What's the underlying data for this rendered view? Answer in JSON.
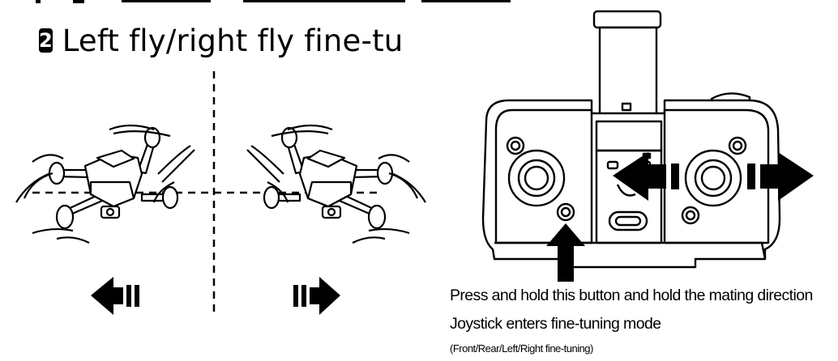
{
  "section": {
    "number": "2",
    "title": "Left fly/right fly fine-tu"
  },
  "icons": {
    "badge": "number-2-badge",
    "left_arrow": "arrow-left-icon",
    "right_arrow": "arrow-right-icon",
    "pointer_arrow": "arrow-up-icon"
  },
  "instructions": {
    "line1": "Press and hold this button and hold the mating direction",
    "line2": "Joystick enters fine-tuning mode",
    "line3": "(Front/Rear/Left/Right fine-tuning)"
  },
  "colors": {
    "ink": "#000000",
    "paper": "#ffffff"
  }
}
